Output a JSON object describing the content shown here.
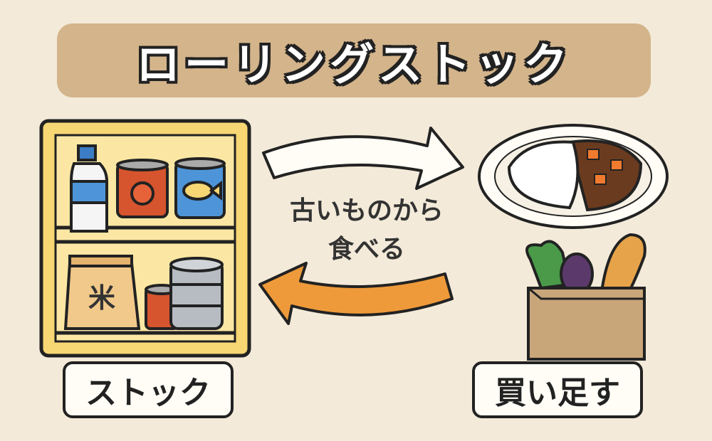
{
  "title": "ローリングストック",
  "center_text": {
    "line1": "古いものから",
    "line2": "食べる"
  },
  "labels": {
    "stock": "ストック",
    "buy": "買い足す"
  },
  "rice_bag_text": "米",
  "colors": {
    "title_bg": "#d4b48a",
    "background": "#f3ead9",
    "shelf": "#f7d774",
    "arrow_top": "#fffdf6",
    "arrow_bottom": "#ee9a3a"
  }
}
